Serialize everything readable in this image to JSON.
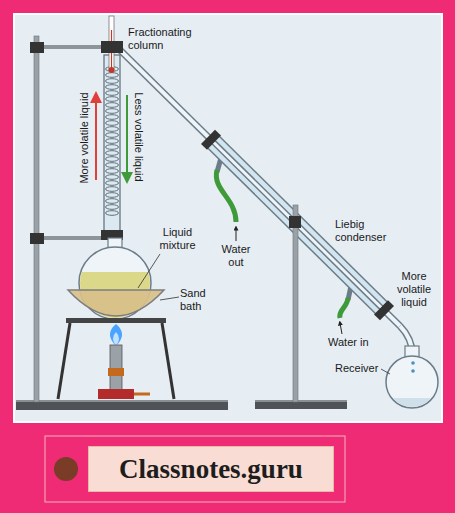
{
  "diagram": {
    "nodes": [
      {
        "text": [
          "Classnotes.guru"
        ]
      }
    ],
    "labels": [
      "Fractionating column",
      "More volatile liquid",
      "Less volatile liquid",
      "Liquid mixture",
      "Sand bath",
      "Water out",
      "Liebig condenser",
      "Water in",
      "More volatile liquid",
      "Receiver"
    ]
  }
}
